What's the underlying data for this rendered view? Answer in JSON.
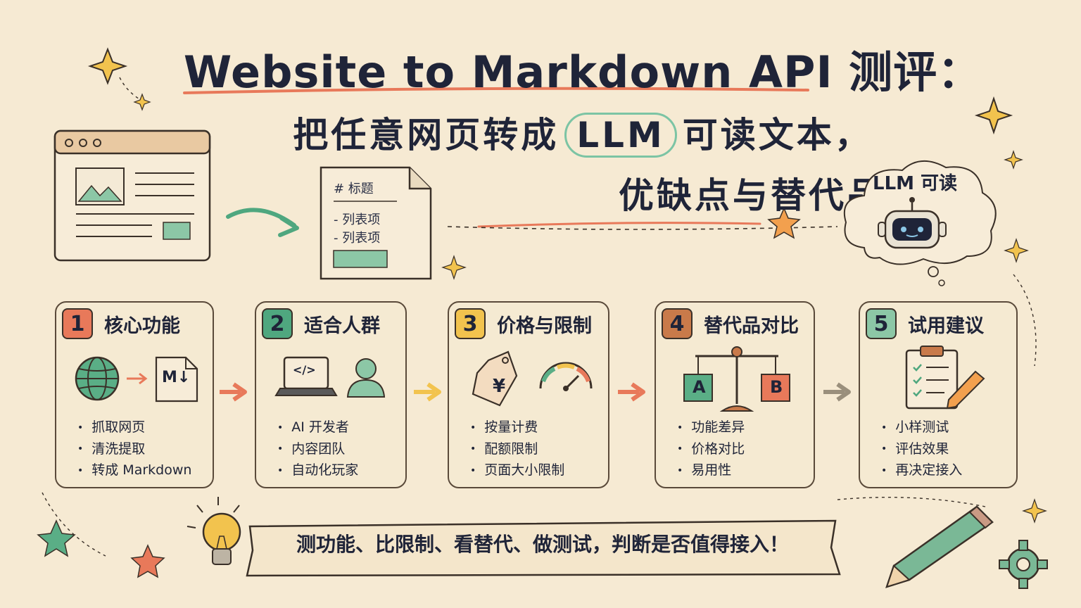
{
  "title": {
    "line1": "Website to Markdown API 测评：",
    "line2_prefix": "把任意网页转成",
    "line2_highlight": "LLM",
    "line2_suffix": "可读文本，",
    "line3": "优缺点与替代品"
  },
  "markdown_doc": {
    "heading": "# 标题",
    "item1": "- 列表项",
    "item2": "- 列表项"
  },
  "cloud_label": "LLM 可读",
  "markdown_icon_label": "M↓",
  "cards": [
    {
      "num": "1",
      "title": "核心功能",
      "color": "#e8795a",
      "bullets": [
        "抓取网页",
        "清洗提取",
        "转成 Markdown"
      ]
    },
    {
      "num": "2",
      "title": "适合人群",
      "color": "#4fa77f",
      "bullets": [
        "AI 开发者",
        "内容团队",
        "自动化玩家"
      ]
    },
    {
      "num": "3",
      "title": "价格与限制",
      "color": "#f2c34e",
      "bullets": [
        "按量计费",
        "配额限制",
        "页面大小限制"
      ]
    },
    {
      "num": "4",
      "title": "替代品对比",
      "color": "#c97a4a",
      "bullets": [
        "功能差异",
        "价格对比",
        "易用性"
      ]
    },
    {
      "num": "5",
      "title": "试用建议",
      "color": "#8cc7a6",
      "bullets": [
        "小样测试",
        "评估效果",
        "再决定接入"
      ]
    }
  ],
  "scale_labels": {
    "left": "A",
    "right": "B"
  },
  "price_tag_symbol": "¥",
  "code_symbol": "</>",
  "banner": "测功能、比限制、看替代、做测试，判断是否值得接入！",
  "colors": {
    "background": "#f6ead3",
    "ink": "#1f2438",
    "accent_orange": "#e8795a",
    "accent_green": "#5aae86",
    "accent_yellow": "#f2c34e"
  }
}
